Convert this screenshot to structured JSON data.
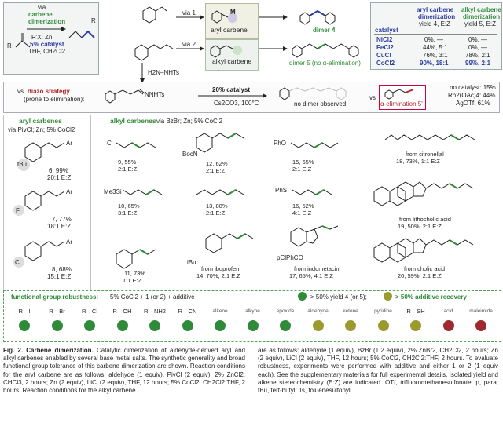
{
  "top": {
    "left_box": {
      "line1": "via",
      "line2": "carbene",
      "line3": "dimerization",
      "line4": "R'X; Zn;",
      "line5": "5% catalyst",
      "line6": "THF, CH2Cl2",
      "r_label": "R",
      "r2_label": "R"
    },
    "via1": "via 1",
    "via2": "via 2",
    "aryl_carbene": "aryl carbene",
    "alkyl_carbene": "alkyl carbene",
    "m_label": "M",
    "dimer4": "dimer 4",
    "dimer5": "dimer 5 (no α-elimination)",
    "table": {
      "col_catalyst": "catalyst",
      "col_aryl_l1": "aryl carbene",
      "col_aryl_l2": "dimerization",
      "col_aryl_l3": "yield 4, E:Z",
      "col_alkyl_l1": "alkyl carbene",
      "col_alkyl_l2": "dimerization",
      "col_alkyl_l3": "yield 5, E:Z",
      "rows": [
        {
          "cat": "NiCl2",
          "aryl": "0%, —",
          "alkyl": "0%, —"
        },
        {
          "cat": "FeCl2",
          "aryl": "44%, 5:1",
          "alkyl": "0%, —"
        },
        {
          "cat": "CuCl",
          "aryl": "76%, 3:1",
          "alkyl": "78%, 2:1"
        },
        {
          "cat": "CoCl2",
          "aryl": "90%, 18:1",
          "alkyl": "99%, 2:1"
        }
      ]
    },
    "hydrazine": "H2N–NHTs"
  },
  "diazo": {
    "vs": "vs",
    "label": "diazo strategy",
    "sub": "(prone to elimination):",
    "nnhts": "NNHTs",
    "catalyst": "20% catalyst",
    "conditions": "Cs2CO3, 100°C",
    "no_dimer": "no dimer observed",
    "vs2": "vs",
    "elim": "α-elimination 5'",
    "r1": "no catalyst: 15%",
    "r2": "Rh2(OAc)4: 44%",
    "r3": "AgOTf: 61%"
  },
  "aryl_panel": {
    "title": "aryl carbenes",
    "sub": "via PivCl; Zn; 5% CoCl2",
    "ar": "Ar",
    "items": [
      {
        "sub": "tBu",
        "id": "6",
        "yield": "6, 99%",
        "ez": "20:1 E:Z"
      },
      {
        "sub": "F",
        "id": "7",
        "yield": "7, 77%",
        "ez": "18:1 E:Z"
      },
      {
        "sub": "Cl",
        "id": "8",
        "yield": "8, 68%",
        "ez": "15:1 E:Z"
      }
    ]
  },
  "alkyl_panel": {
    "title": "alkyl carbenes",
    "via": "via BzBr; Zn; 5% CoCl2",
    "items": [
      {
        "label": "9, 55%",
        "ez": "2:1 E:Z",
        "sub": "Cl"
      },
      {
        "label": "12, 62%",
        "ez": "2:1 E:Z",
        "sub": "BocN"
      },
      {
        "label": "15, 65%",
        "ez": "2:1 E:Z",
        "sub": "PhO"
      },
      {
        "label": "18, 73%, 1:1 E:Z",
        "ez": "",
        "from": "from citronellal"
      },
      {
        "label": "10, 65%",
        "ez": "3:1 E:Z",
        "sub": "Me3Si"
      },
      {
        "label": "13, 80%",
        "ez": "2:1 E:Z",
        "sub": ""
      },
      {
        "label": "16, 52%",
        "ez": "4:1 E:Z",
        "sub": "PhS"
      },
      {
        "label": "19, 50%, 2:1 E:Z",
        "ez": "",
        "from": "from lithocholic acid"
      },
      {
        "label": "11, 73%",
        "ez": "1:1 E:Z",
        "sub": ""
      },
      {
        "label": "14, 70%, 2:1 E:Z",
        "ez": "",
        "from": "from ibuprofen",
        "sub": "iBu"
      },
      {
        "label": "17, 65%, 4:1 E:Z",
        "ez": "",
        "from": "from indometacin",
        "sub": "pClPhCO"
      },
      {
        "label": "20, 59%, 2:1 E:Z",
        "ez": "",
        "from": "from cholic acid"
      }
    ]
  },
  "robustness": {
    "title": "functional group robustness:",
    "cond": "5% CoCl2 + 1 (or 2) + additive",
    "legend_green": "> 50% yield 4 (or 5);",
    "legend_olive": "> 50% additive recovery",
    "green": "#2f8a3a",
    "olive": "#9b9a2e",
    "red": "#9c2a2e",
    "groups": [
      {
        "label": "R—I",
        "status": "green"
      },
      {
        "label": "R—Br",
        "status": "green"
      },
      {
        "label": "R—Cl",
        "status": "green"
      },
      {
        "label": "R—OH",
        "status": "green"
      },
      {
        "label": "R—NH2",
        "status": "green"
      },
      {
        "label": "R—CN",
        "status": "green"
      },
      {
        "label": "alkene",
        "status": "green"
      },
      {
        "label": "alkyne",
        "status": "green"
      },
      {
        "label": "epoxide",
        "status": "green"
      },
      {
        "label": "aldehyde",
        "status": "olive"
      },
      {
        "label": "ketone",
        "status": "olive"
      },
      {
        "label": "pyridine",
        "status": "olive"
      },
      {
        "label": "R—SH",
        "status": "olive"
      },
      {
        "label": "acid",
        "status": "red"
      },
      {
        "label": "maleimide",
        "status": "red"
      }
    ]
  },
  "caption": {
    "fig": "Fig. 2. Carbene dimerization.",
    "left": "Catalytic dimerization of aldehyde-derived aryl and alkyl carbenes enabled by several base metal salts. The synthetic generality and broad functional group tolerance of this carbene dimerization are shown. Reaction conditions for the aryl carbene are as follows: aldehyde (1 equiv), PivCl (2 equiv), 2% ZnCl2, CHCl3, 2 hours; Zn (2 equiv), LiCl (2 equiv), THF, 12 hours; 5% CoCl2, CH2Cl2:THF, 2 hours. Reaction conditions for the alkyl carbene",
    "right": "are as follows: aldehyde (1 equiv), BzBr (1.2 equiv), 2% ZnBr2, CH2Cl2, 2 hours; Zn (2 equiv), LiCl (2 equiv), THF, 12 hours; 5% CoCl2, CH2Cl2:THF, 2 hours. To evaluate robustness, experiments were performed with additive and either 1 or 2 (1 equiv each). See the supplementary materials for full experimental details. Isolated yield and alkene stereochemistry (E:Z) are indicated. OTf, trifluoromethanesulfonate; p, para; tBu, tert-butyl; Ts, toluenesulfonyl."
  }
}
